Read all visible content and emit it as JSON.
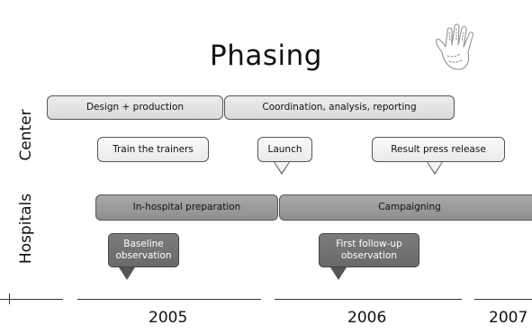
{
  "title": "Phasing",
  "row_labels": {
    "center": "Center",
    "hospitals": "Hospitals"
  },
  "center": {
    "design": "Design + production",
    "coordination": "Coordination, analysis, reporting",
    "train": "Train the trainers",
    "launch": "Launch",
    "press": "Result press release"
  },
  "hospitals": {
    "prep": "In-hospital preparation",
    "campaign": "Campaigning",
    "baseline": "Baseline observation",
    "followup": "First follow-up observation"
  },
  "years": [
    "2005",
    "2006",
    "2007"
  ],
  "colors": {
    "light_bar": "#e4e4e4",
    "grey_bar": "#999999",
    "dark_bar": "#737373",
    "outline": "#555555"
  },
  "icons": {
    "hand": "handprint-icon"
  }
}
